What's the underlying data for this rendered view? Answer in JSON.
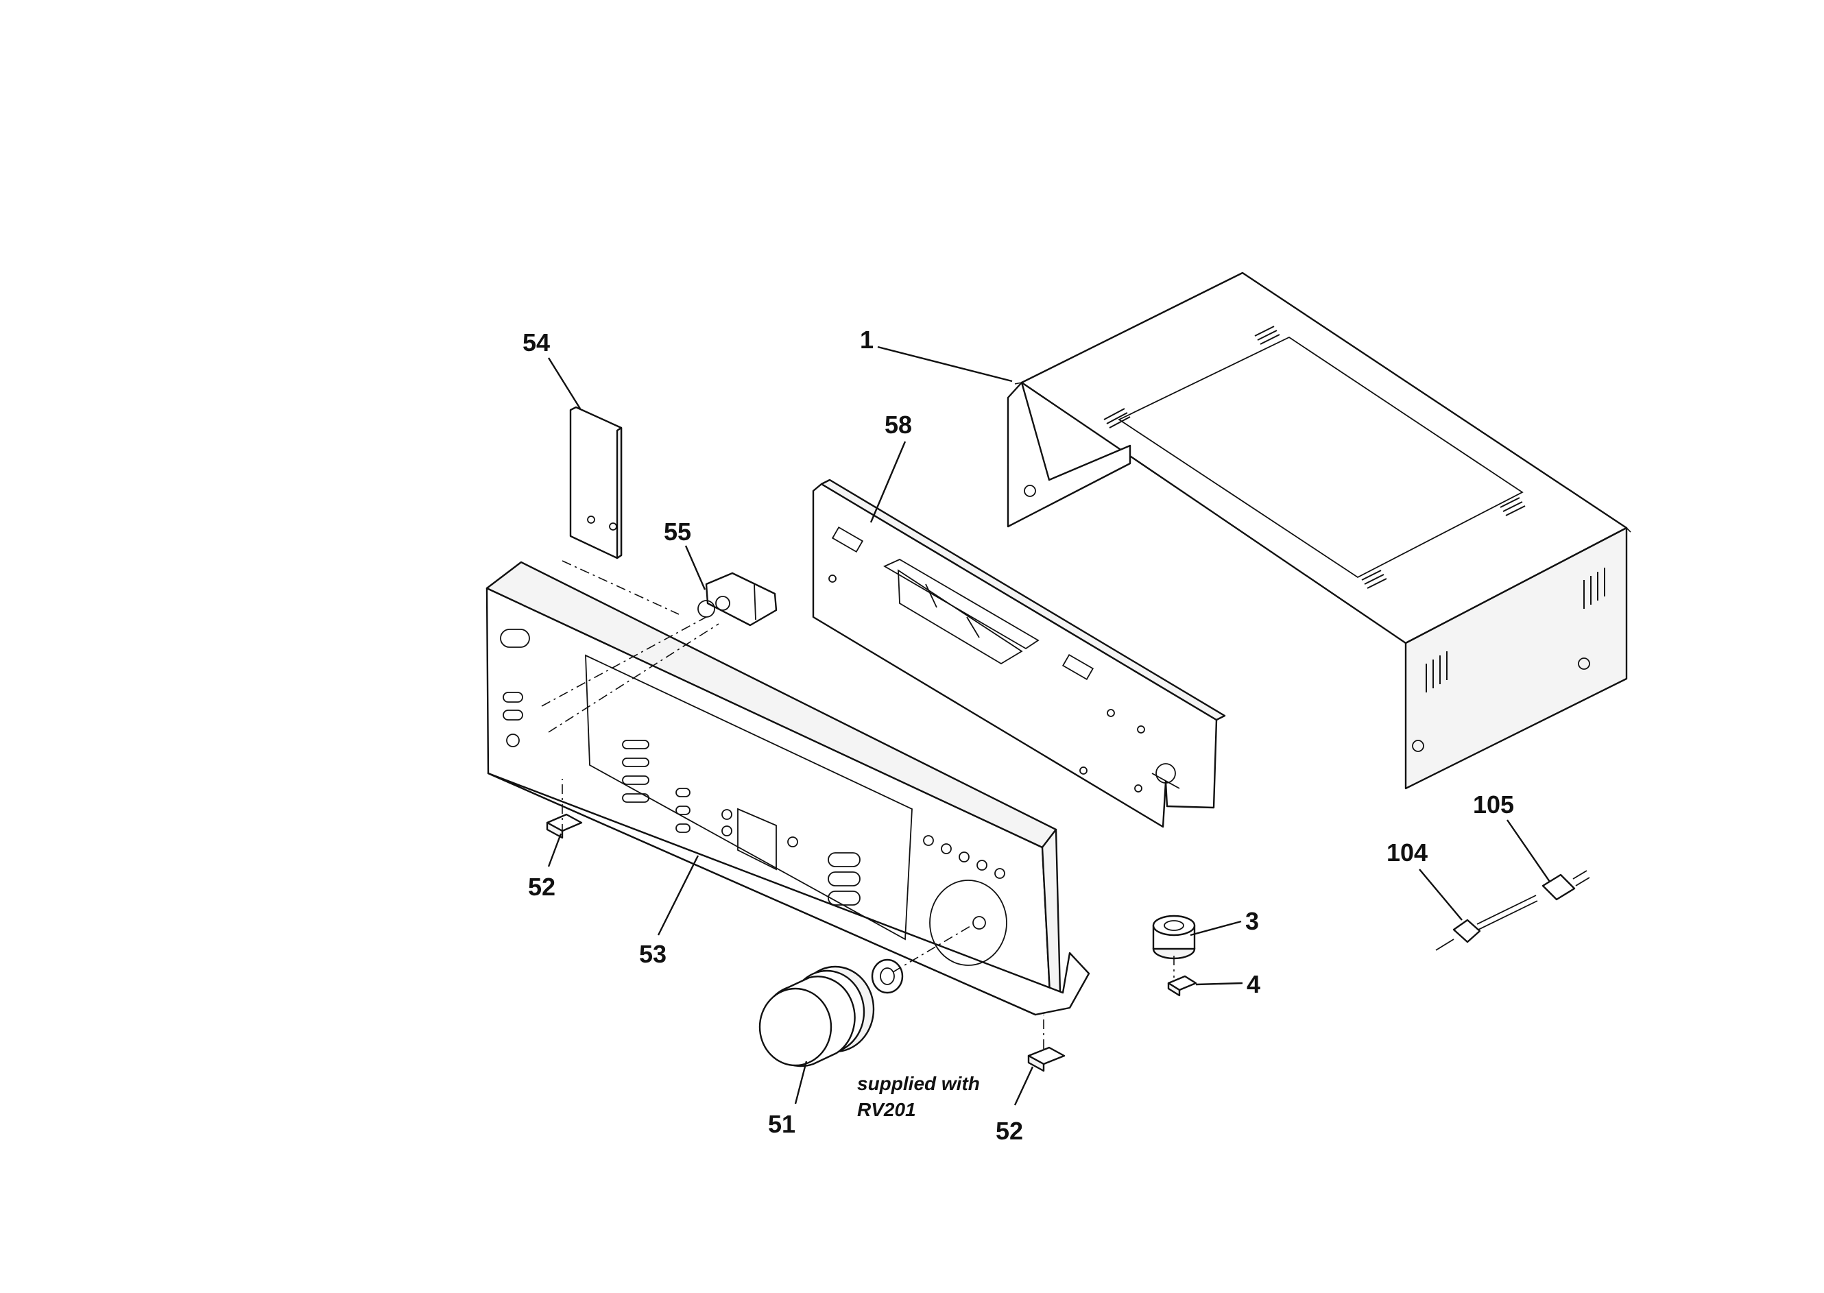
{
  "callouts": {
    "c1": "1",
    "c3": "3",
    "c4": "4",
    "c51": "51",
    "c52_left": "52",
    "c52_right": "52",
    "c53": "53",
    "c54": "54",
    "c55": "55",
    "c58": "58",
    "c104": "104",
    "c105": "105"
  },
  "note": {
    "line1": "supplied with",
    "line2": "RV201"
  }
}
